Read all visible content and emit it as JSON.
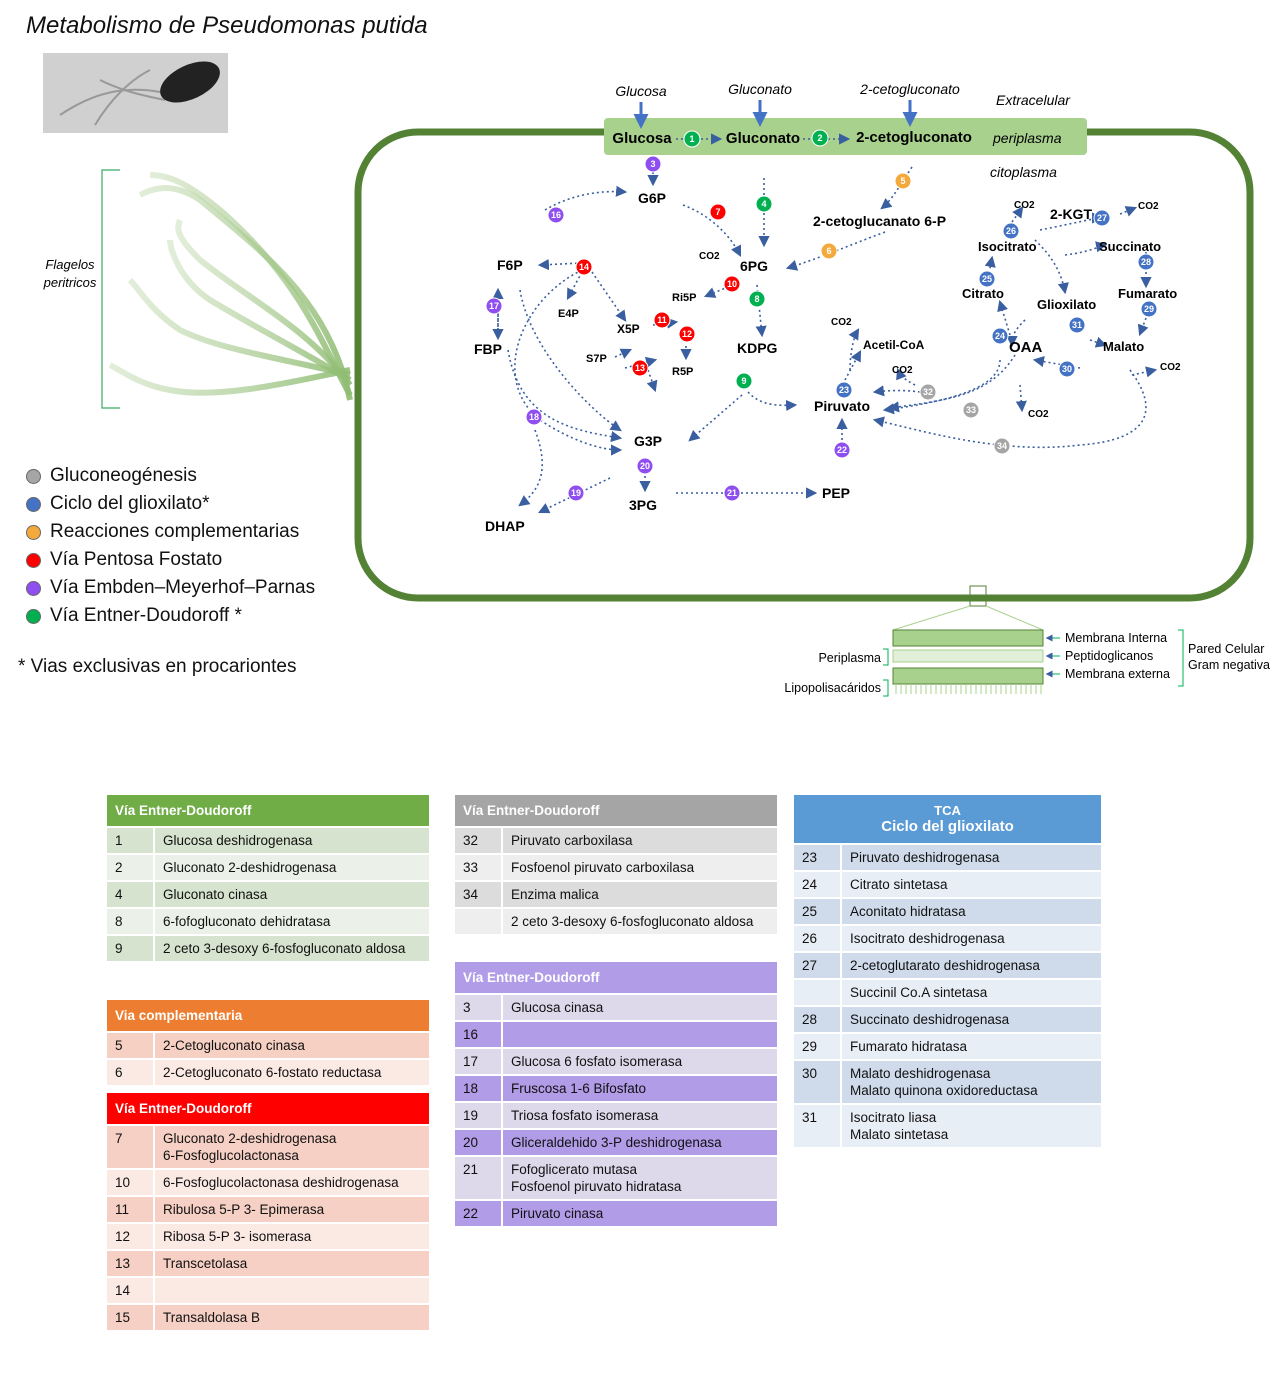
{
  "title": "Metabolismo de Pseudomonas putida",
  "flagella_label": "Flagelos\nperitricos",
  "compartments": {
    "extracelular": "Extracelular",
    "periplasma": "periplasma",
    "citoplasma": "citoplasma"
  },
  "external_substrates": [
    "Glucosa",
    "Gluconato",
    "2-cetogluconato"
  ],
  "periplasm_metabolites": [
    "Glucosa",
    "Gluconato",
    "2-cetogluconato"
  ],
  "metabolites": {
    "g6p": "G6P",
    "f6p": "F6P",
    "fbp": "FBP",
    "e4p": "E4P",
    "x5p": "X5P",
    "s7p": "S7P",
    "ri5p": "Ri5P",
    "r5p": "R5P",
    "pg6": "6PG",
    "kdpg": "KDPG",
    "cg6p": "2-cetoglucanato 6-P",
    "g3p": "G3P",
    "dhap": "DHAP",
    "pg3": "3PG",
    "pep": "PEP",
    "piruvato": "Piruvato",
    "acetilcoa": "Acetil-CoA",
    "isocitrato": "Isocitrato",
    "kgt": "2-KGT",
    "succinato": "Succinato",
    "citrato": "Citrato",
    "glioxilato": "Glioxilato",
    "fumarato": "Fumarato",
    "oaa": "OAA",
    "malato": "Malato",
    "co2": "CO2"
  },
  "legend": [
    {
      "label": "Gluconeogénesis",
      "color": "#a5a5a5"
    },
    {
      "label": "Ciclo del glioxilato*",
      "color": "#4472c4"
    },
    {
      "label": "Reacciones complementarias",
      "color": "#f4a93d"
    },
    {
      "label": "Vía Pentosa Fostato",
      "color": "#ff0000"
    },
    {
      "label": "Vía Embden–Meyerhof–Parnas",
      "color": "#8e4ef0"
    },
    {
      "label": "Vía Entner-Doudoroff *",
      "color": "#00b050"
    }
  ],
  "footnote": "* Vias exclusivas en procariontes",
  "membrane": {
    "periplasma": "Periplasma",
    "lipopolisacaridos": "Lipopolisacáridos",
    "membrana_interna": "Membrana Interna",
    "peptidoglicanos": "Peptidoglicanos",
    "membrana_externa": "Membrana externa",
    "pared": "Pared Celular\nGram negativa"
  },
  "colors": {
    "gray": "#a5a5a5",
    "blue": "#4472c4",
    "orange": "#f4a93d",
    "red": "#ff0000",
    "purple": "#8e4ef0",
    "green": "#00b050",
    "cell": "#548235",
    "periplasm": "#a9d18e"
  },
  "tables": {
    "entner": {
      "header": "Vía Entner-Doudoroff",
      "rows": [
        [
          "1",
          "Glucosa deshidrogenasa"
        ],
        [
          "2",
          "Gluconato 2-deshidrogenasa"
        ],
        [
          "4",
          "Gluconato cinasa"
        ],
        [
          "8",
          "6-fofogluconato dehidratasa"
        ],
        [
          "9",
          "2 ceto 3-desoxy 6-fosfogluconato aldosa"
        ]
      ]
    },
    "complementaria": {
      "header": "Via complementaria",
      "rows": [
        [
          "5",
          "2-Cetogluconato cinasa"
        ],
        [
          "6",
          "2-Cetogluconato 6-fostato reductasa"
        ]
      ]
    },
    "pentosa": {
      "header": "Vía Entner-Doudoroff",
      "rows": [
        [
          "7",
          "Gluconato 2-deshidrogenasa\n6-Fosfoglucolactonasa"
        ],
        [
          "10",
          "6-Fosfoglucolactonasa deshidrogenasa"
        ],
        [
          "11",
          "Ribulosa 5-P 3- Epimerasa"
        ],
        [
          "12",
          "Ribosa 5-P 3- isomerasa"
        ],
        [
          "13",
          "Transcetolasa"
        ],
        [
          "14",
          ""
        ],
        [
          "15",
          "Transaldolasa B"
        ]
      ]
    },
    "gluconeo": {
      "header": "Vía Entner-Doudoroff",
      "rows": [
        [
          "32",
          "Piruvato carboxilasa"
        ],
        [
          "33",
          "Fosfoenol piruvato carboxilasa"
        ],
        [
          "34",
          "Enzima malica"
        ],
        [
          "",
          "2 ceto 3-desoxy 6-fosfogluconato aldosa"
        ]
      ]
    },
    "emp": {
      "header": "Vía Entner-Doudoroff",
      "rows": [
        [
          "3",
          "Glucosa cinasa"
        ],
        [
          "16",
          ""
        ],
        [
          "17",
          "Glucosa 6 fosfato isomerasa"
        ],
        [
          "18",
          "Fruscosa 1-6 Bifosfato"
        ],
        [
          "19",
          "Triosa fosfato isomerasa"
        ],
        [
          "20",
          "Gliceraldehido 3-P deshidrogenasa"
        ],
        [
          "21",
          "Fofoglicerato mutasa\nFosfoenol piruvato hidratasa"
        ],
        [
          "22",
          "Piruvato cinasa"
        ]
      ]
    },
    "tca": {
      "header1": "TCA",
      "header2": "Ciclo del glioxilato",
      "rows": [
        [
          "23",
          "Piruvato deshidrogenasa"
        ],
        [
          "24",
          "Citrato sintetasa"
        ],
        [
          "25",
          "Aconitato hidratasa"
        ],
        [
          "26",
          "Isocitrato deshidrogenasa"
        ],
        [
          "27",
          "2-cetoglutarato deshidrogenasa"
        ],
        [
          "",
          "Succinil Co.A sintetasa"
        ],
        [
          "28",
          "Succinato deshidrogenasa"
        ],
        [
          "29",
          "Fumarato hidratasa"
        ],
        [
          "30",
          "Malato deshidrogenasa\nMalato quinona oxidoreductasa"
        ],
        [
          "31",
          "Isocitrato liasa\nMalato sintetasa"
        ]
      ]
    }
  }
}
